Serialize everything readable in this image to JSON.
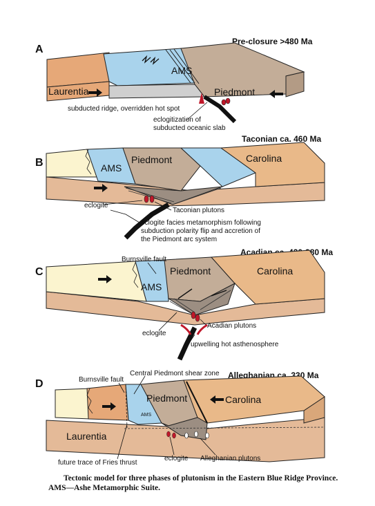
{
  "panels": [
    {
      "letter": "A",
      "title": "Pre-closure >480 Ma",
      "labels": {
        "laurentia": "Laurentia",
        "ams": "AMS",
        "piedmont": "Piedmont",
        "ridge": "subducted ridge, overridden hot spot",
        "eclog1": "eclogitization of",
        "eclog2": "subducted oceanic slab"
      }
    },
    {
      "letter": "B",
      "title": "Taconian ca. 460 Ma",
      "labels": {
        "ams": "AMS",
        "piedmont": "Piedmont",
        "carolina": "Carolina",
        "eclogite": "eclogite",
        "plutons": "Taconian plutons",
        "meta1": "eclogite facies metamorphism following",
        "meta2": "subduction polarity flip and accretion of",
        "meta3": "the Piedmont arc system"
      }
    },
    {
      "letter": "C",
      "title": "Acadian ca. 430-380 Ma",
      "labels": {
        "burnsville": "Burnsville fault",
        "ams": "AMS",
        "piedmont": "Piedmont",
        "carolina": "Carolina",
        "eclogite": "eclogite",
        "plutons": "Acadian plutons",
        "upwelling": "upwelling hot asthenosphere"
      }
    },
    {
      "letter": "D",
      "title": "Alleghanian ca. 330 Ma",
      "labels": {
        "burnsville": "Burnsville fault",
        "shear": "Central Piedmont shear zone",
        "piedmont": "Piedmont",
        "carolina": "Carolina",
        "ams": "AMS",
        "laurentia": "Laurentia",
        "fries": "future trace of Fries thrust",
        "eclogite": "eclogite",
        "plutons": "Alleghanian plutons"
      }
    }
  ],
  "caption": {
    "line1": "Tectonic model for three phases of plutonism in the Eastern Blue Ridge Province.",
    "line2": "AMS—Ashe Metamorphic Suite."
  },
  "colors": {
    "laurentia": "#e6a878",
    "ams": "#a9d3ec",
    "piedmont": "#c3ad98",
    "carolina": "#e9b989",
    "cream": "#fbf4cf",
    "crust": "#e4ba98",
    "side": "#c9c9c9",
    "pluton": "#c0182a"
  }
}
